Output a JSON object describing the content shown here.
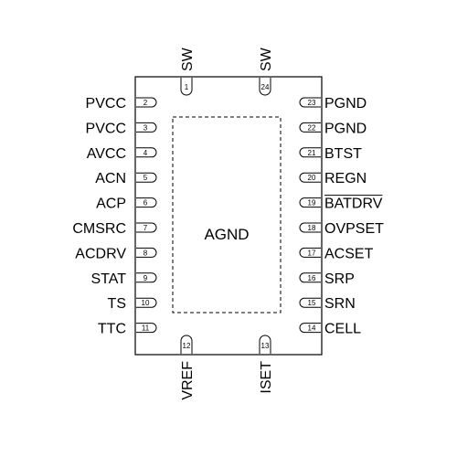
{
  "package": {
    "center_label": "AGND"
  },
  "left_pins": [
    {
      "num": "2",
      "label": "PVCC"
    },
    {
      "num": "3",
      "label": "PVCC"
    },
    {
      "num": "4",
      "label": "AVCC"
    },
    {
      "num": "5",
      "label": "ACN"
    },
    {
      "num": "6",
      "label": "ACP"
    },
    {
      "num": "7",
      "label": "CMSRC"
    },
    {
      "num": "8",
      "label": "ACDRV"
    },
    {
      "num": "9",
      "label": "STAT"
    },
    {
      "num": "10",
      "label": "TS"
    },
    {
      "num": "11",
      "label": "TTC"
    }
  ],
  "right_pins": [
    {
      "num": "23",
      "label": "PGND"
    },
    {
      "num": "22",
      "label": "PGND"
    },
    {
      "num": "21",
      "label": "BTST"
    },
    {
      "num": "20",
      "label": "REGN"
    },
    {
      "num": "19",
      "label": "BATDRV",
      "overline": true
    },
    {
      "num": "18",
      "label": "OVPSET"
    },
    {
      "num": "17",
      "label": "ACSET"
    },
    {
      "num": "16",
      "label": "SRP"
    },
    {
      "num": "15",
      "label": "SRN"
    },
    {
      "num": "14",
      "label": "CELL"
    }
  ],
  "top_pins": [
    {
      "num": "1",
      "label": "SW"
    },
    {
      "num": "24",
      "label": "SW"
    }
  ],
  "bottom_pins": [
    {
      "num": "12",
      "label": "VREF"
    },
    {
      "num": "13",
      "label": "ISET"
    }
  ]
}
